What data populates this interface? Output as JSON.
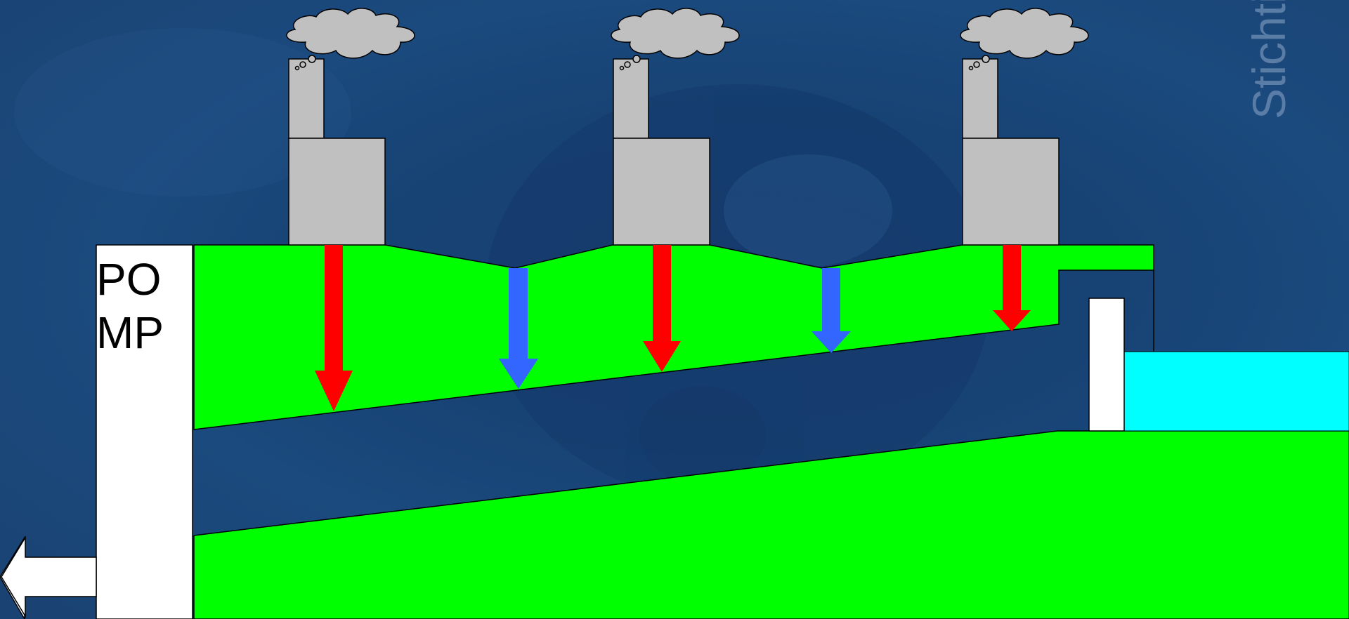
{
  "diagram": {
    "pump": {
      "label_line1": "PO",
      "label_line2": "MP"
    },
    "watermark": "Stichti",
    "colors": {
      "background": "#1b4676",
      "green_layer": "#00ff00",
      "pump_body": "#ffffff",
      "factory": "#c0c0c0",
      "smoke": "#c0c0c0",
      "arrow_red": "#ff0000",
      "arrow_blue": "#3366ff",
      "water": "#00ffff",
      "outline": "#000000"
    },
    "factories": [
      {
        "name": "factory-1",
        "arrow": "red"
      },
      {
        "name": "factory-2",
        "arrow": "red"
      },
      {
        "name": "factory-3",
        "arrow": "red"
      }
    ],
    "infiltration_arrows": [
      {
        "name": "between-1-2",
        "color": "blue"
      },
      {
        "name": "between-2-3",
        "color": "blue"
      }
    ]
  }
}
